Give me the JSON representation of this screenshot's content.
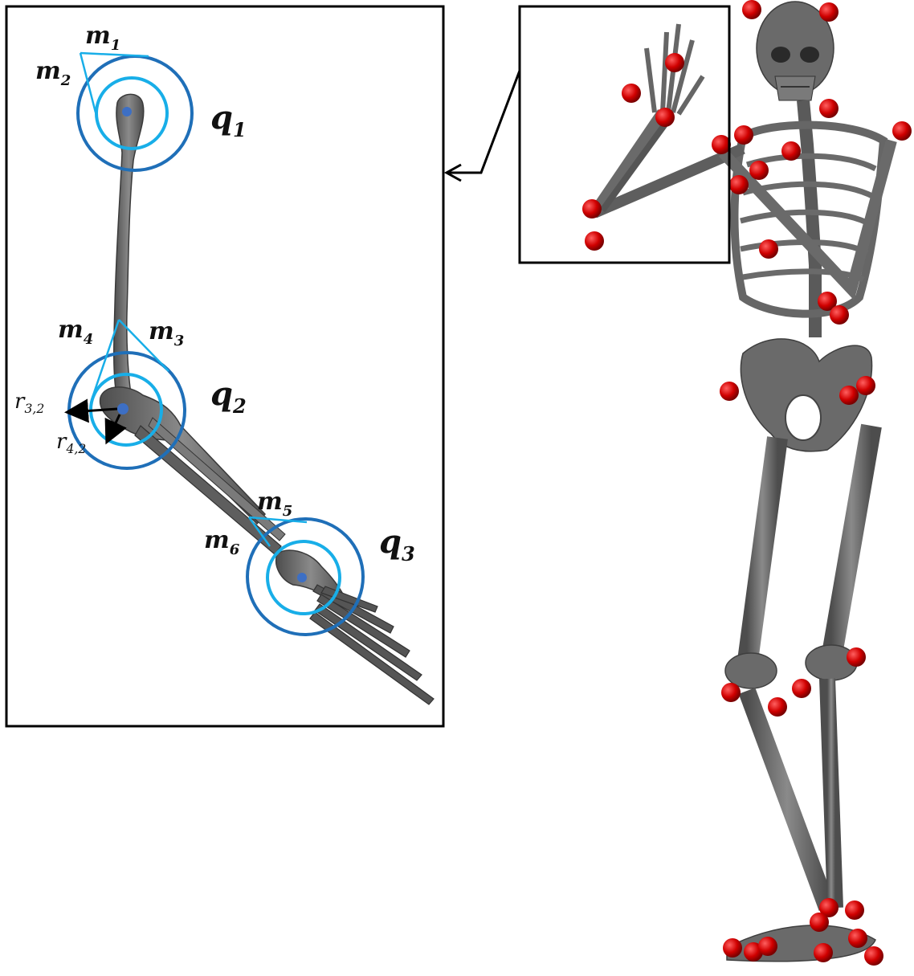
{
  "labels": {
    "m1": {
      "base": "m",
      "sub": "1"
    },
    "m2": {
      "base": "m",
      "sub": "2"
    },
    "m3": {
      "base": "m",
      "sub": "3"
    },
    "m4": {
      "base": "m",
      "sub": "4"
    },
    "m5": {
      "base": "m",
      "sub": "5"
    },
    "m6": {
      "base": "m",
      "sub": "6"
    },
    "q1": {
      "base": "q",
      "sub": "1"
    },
    "q2": {
      "base": "q",
      "sub": "2"
    },
    "q3": {
      "base": "q",
      "sub": "3"
    },
    "r32": {
      "base": "r",
      "sub": "3,2"
    },
    "r42": {
      "base": "r",
      "sub": "4,2"
    }
  },
  "colors": {
    "outer_ring": "#1f6fb8",
    "inner_ring": "#18aee8",
    "joint_dot": "#3d6fc4",
    "marker": "#cc0000",
    "bone": "#6a6a6a",
    "frame": "#000000"
  }
}
